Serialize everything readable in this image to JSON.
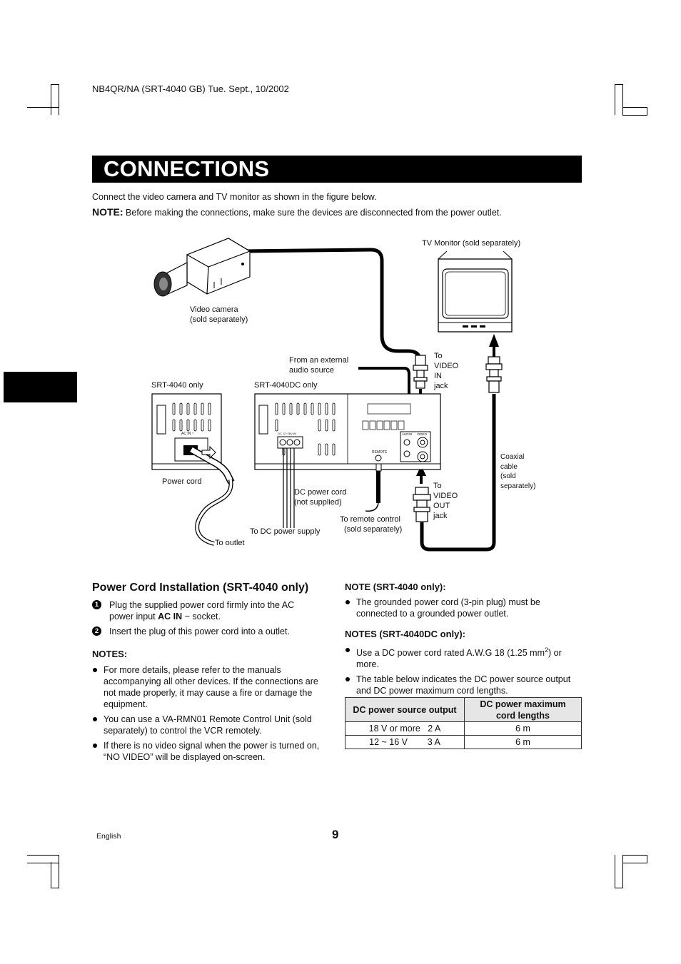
{
  "header": {
    "doc_code": "NB4QR/NA (SRT-4040 GB)   Tue. Sept., 10/2002"
  },
  "page": {
    "title": "CONNECTIONS",
    "language": "English",
    "number": "9"
  },
  "intro": {
    "text": "Connect the video camera and TV monitor as shown in the figure below.",
    "note_label": "NOTE:",
    "note_text": " Before making the connections, make sure the devices are disconnected from the power outlet."
  },
  "diagram": {
    "tv_monitor": "TV Monitor (sold separately)",
    "camera": [
      "Video camera",
      "(sold separately)"
    ],
    "external_audio": [
      "From an external",
      "audio source"
    ],
    "video_in": [
      "To",
      "VIDEO",
      "IN",
      "jack"
    ],
    "srt4040": "SRT-4040 only",
    "srt4040dc": "SRT-4040DC only",
    "coaxial": [
      "Coaxial",
      "cable",
      "(sold",
      "separately)"
    ],
    "power_cord": "Power cord",
    "dc_power_cord": [
      "DC power cord",
      "(not supplied)"
    ],
    "video_out": [
      "To",
      "VIDEO",
      "OUT",
      "jack"
    ],
    "remote_control": [
      "To remote control",
      "(sold separately)"
    ],
    "dc_supply": "To DC power supply",
    "outlet": "To outlet",
    "panel": {
      "ac_in": "AC IN ~",
      "dc_in": "DC 12~26V IN",
      "remote": "REMOTE",
      "audio": "AUDIO",
      "video": "VIDEO"
    }
  },
  "power_cord_section": {
    "heading": "Power Cord Installation (SRT-4040 only)",
    "steps": [
      {
        "num": "1",
        "line1": "Plug the supplied power cord firmly into the AC",
        "line2_pre": "power input ",
        "line2_bold": "AC IN",
        "line2_post": " ~ socket."
      },
      {
        "num": "2",
        "text": "Insert the plug of this power cord into a outlet."
      }
    ],
    "notes_heading": "NOTES:",
    "notes": [
      "For more details, please refer to the manuals accompanying all other devices. If the connections are not made properly, it may cause a fire or damage the equipment.",
      "You can use a VA-RMN01 Remote Control Unit (sold separately) to control the VCR remotely.",
      "If there is no video signal when the power is turned on, “NO VIDEO” will be displayed on-screen."
    ]
  },
  "right_column": {
    "note_heading": "NOTE (SRT-4040 only):",
    "note_item": "The grounded power cord (3-pin plug) must be connected to a grounded power outlet.",
    "dc_heading": "NOTES (SRT-4040DC only):",
    "dc_item1_pre": "Use a DC power cord rated A.W.G 18 (1.25 mm",
    "dc_item1_sup": "2",
    "dc_item1_post": ") or more.",
    "dc_item2": "The table below indicates the DC power source output and DC power maximum cord lengths.",
    "table": {
      "headers": [
        "DC power source output",
        "DC power maximum cord lengths"
      ],
      "rows": [
        [
          "18 V or more   2 A",
          "6 m"
        ],
        [
          "12 ~ 16 V        3 A",
          "6 m"
        ]
      ]
    }
  }
}
